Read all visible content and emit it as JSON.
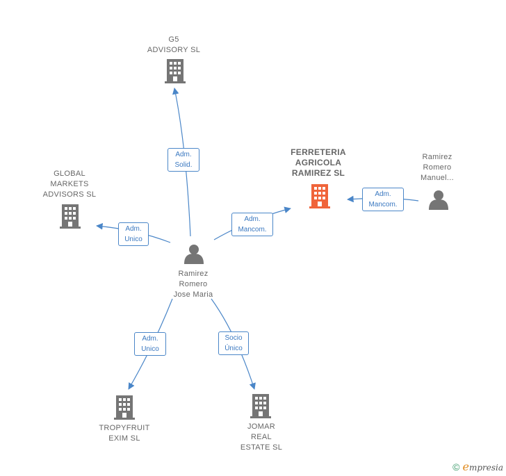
{
  "nodes": {
    "g5": {
      "label": "G5\nADVISORY  SL",
      "icon": "building-icon",
      "color": "#757575"
    },
    "global": {
      "label": "GLOBAL\nMARKETS\nADVISORS  SL",
      "icon": "building-icon",
      "color": "#757575"
    },
    "ferreteria": {
      "label": "FERRETERIA\nAGRICOLA\nRAMIREZ  SL",
      "icon": "building-icon",
      "color": "#f0643a"
    },
    "manuel": {
      "label": "Ramirez\nRomero\nManuel...",
      "icon": "person-icon",
      "color": "#757575"
    },
    "jose": {
      "label": "Ramirez\nRomero\nJose Maria",
      "icon": "person-icon",
      "color": "#757575"
    },
    "tropy": {
      "label": "TROPYFRUIT\nEXIM  SL",
      "icon": "building-icon",
      "color": "#757575"
    },
    "jomar": {
      "label": "JOMAR\nREAL\nESTATE  SL",
      "icon": "building-icon",
      "color": "#757575"
    }
  },
  "edges": {
    "g5": "Adm.\nSolid.",
    "global": "Adm.\nUnico",
    "ferreteria": "Adm.\nMancom.",
    "manuel": "Adm.\nMancom.",
    "tropy": "Adm.\nUnico",
    "jomar": "Socio\nÚnico"
  },
  "colors": {
    "edge": "#4a86c8",
    "node": "#757575",
    "focus": "#f0643a"
  },
  "footer": {
    "copyright": "©",
    "brand_initial": "e",
    "brand_rest": "mpresia"
  }
}
